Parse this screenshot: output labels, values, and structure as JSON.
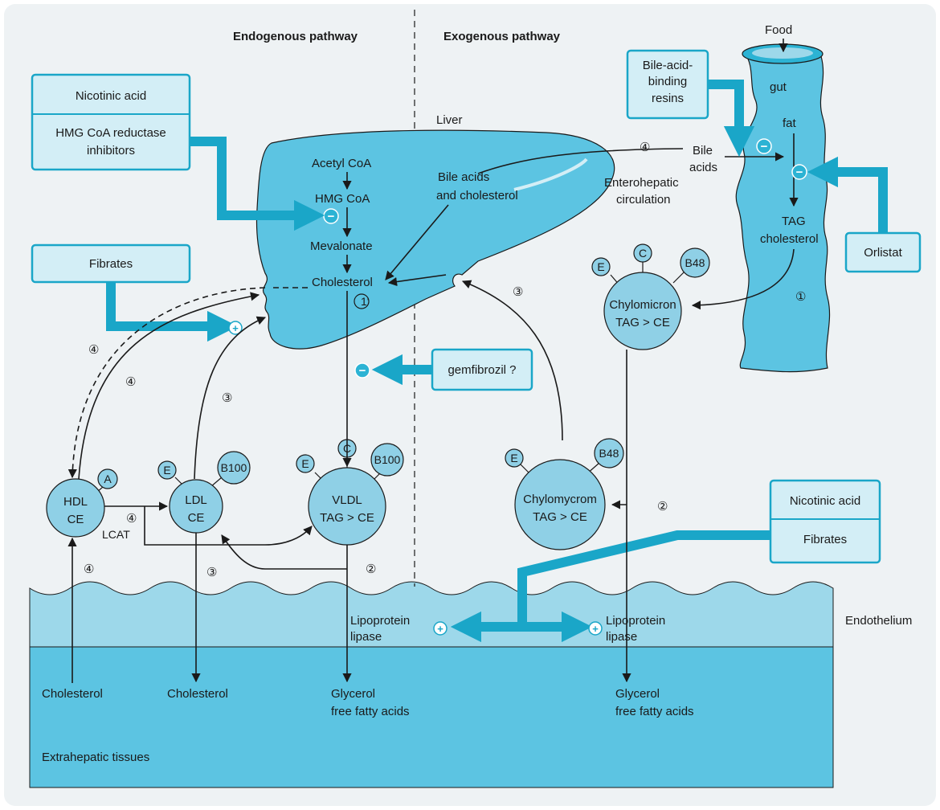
{
  "headings": {
    "endogenous": "Endogenous pathway",
    "exogenous": "Exogenous pathway"
  },
  "liver": {
    "label": "Liver",
    "acetyl_coa": "Acetyl CoA",
    "hmg_coa": "HMG CoA",
    "mevalonate": "Mevalonate",
    "cholesterol": "Cholesterol",
    "bile_acids_line1": "Bile acids",
    "bile_acids_line2": "and cholesterol"
  },
  "gut": {
    "food": "Food",
    "gut": "gut",
    "fat": "fat",
    "bile": "Bile",
    "acids": "acids",
    "enterohepatic_1": "Enterohepatic",
    "enterohepatic_2": "circulation",
    "tag": "TAG",
    "cholesterol": "cholesterol"
  },
  "drugs": {
    "nicotinic_acid_top": "Nicotinic acid",
    "hmg_inhibitors_1": "HMG CoA reductase",
    "hmg_inhibitors_2": "inhibitors",
    "fibrates_left": "Fibrates",
    "bile_resins_1": "Bile-acid-",
    "bile_resins_2": "binding",
    "bile_resins_3": "resins",
    "orlistat": "Orlistat",
    "gemfibrozil": "gemfibrozil ?",
    "nicotinic_acid_right": "Nicotinic acid",
    "fibrates_right": "Fibrates"
  },
  "particles": {
    "hdl_1": "HDL",
    "hdl_2": "CE",
    "hdl_apo": "A",
    "ldl_1": "LDL",
    "ldl_2": "CE",
    "ldl_apo_e": "E",
    "ldl_apo_b": "B100",
    "vldl_1": "VLDL",
    "vldl_2": "TAG > CE",
    "vldl_apo_e": "E",
    "vldl_apo_c": "C",
    "vldl_apo_b": "B100",
    "chylo_top_1": "Chylomicron",
    "chylo_top_2": "TAG > CE",
    "chylo_top_e": "E",
    "chylo_top_c": "C",
    "chylo_top_b": "B48",
    "chylo_low_1": "Chylomycrom",
    "chylo_low_2": "TAG > CE",
    "chylo_low_e": "E",
    "chylo_low_b": "B48"
  },
  "labels": {
    "lcat": "LCAT",
    "lpl_left_1": "Lipoprotein",
    "lpl_left_2": "lipase",
    "lpl_right_1": "Lipoprotein",
    "lpl_right_2": "lipase",
    "endothelium": "Endothelium",
    "cholesterol_hdl": "Cholesterol",
    "cholesterol_ldl": "Cholesterol",
    "glycerol_left_1": "Glycerol",
    "glycerol_left_2": "free fatty acids",
    "glycerol_right_1": "Glycerol",
    "glycerol_right_2": "free fatty acids",
    "extrahepatic": "Extrahepatic tissues"
  },
  "steps": {
    "s1": "①",
    "s1p": "1'",
    "s2": "②",
    "s3": "③",
    "s4": "④"
  },
  "signs": {
    "minus": "−",
    "plus": "+"
  },
  "colors": {
    "accent": "#1aa6c8",
    "liver": "#5cc4e2",
    "endothelium": "#9dd8ea",
    "tissue": "#5cc4e2",
    "box": "#d3eef6",
    "background": "#eef2f4"
  }
}
